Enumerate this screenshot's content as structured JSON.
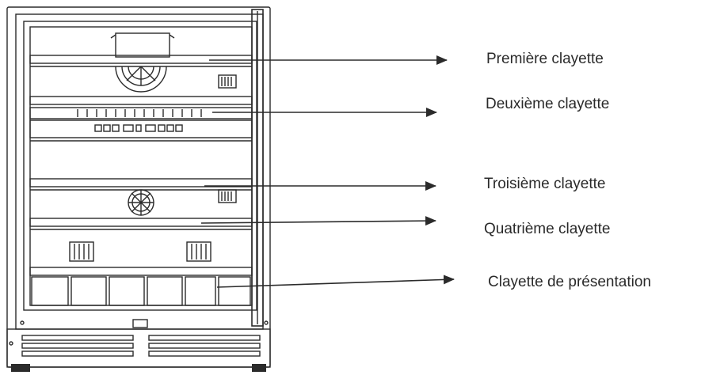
{
  "labels": {
    "shelf_1": "Première clayette",
    "shelf_2": "Deuxième clayette",
    "shelf_3": "Troisième clayette",
    "shelf_4": "Quatrième clayette",
    "shelf_display": "Clayette de présentation"
  },
  "colors": {
    "line": "#2b2b2b",
    "text": "#2a2a2a",
    "background": "#ffffff"
  }
}
